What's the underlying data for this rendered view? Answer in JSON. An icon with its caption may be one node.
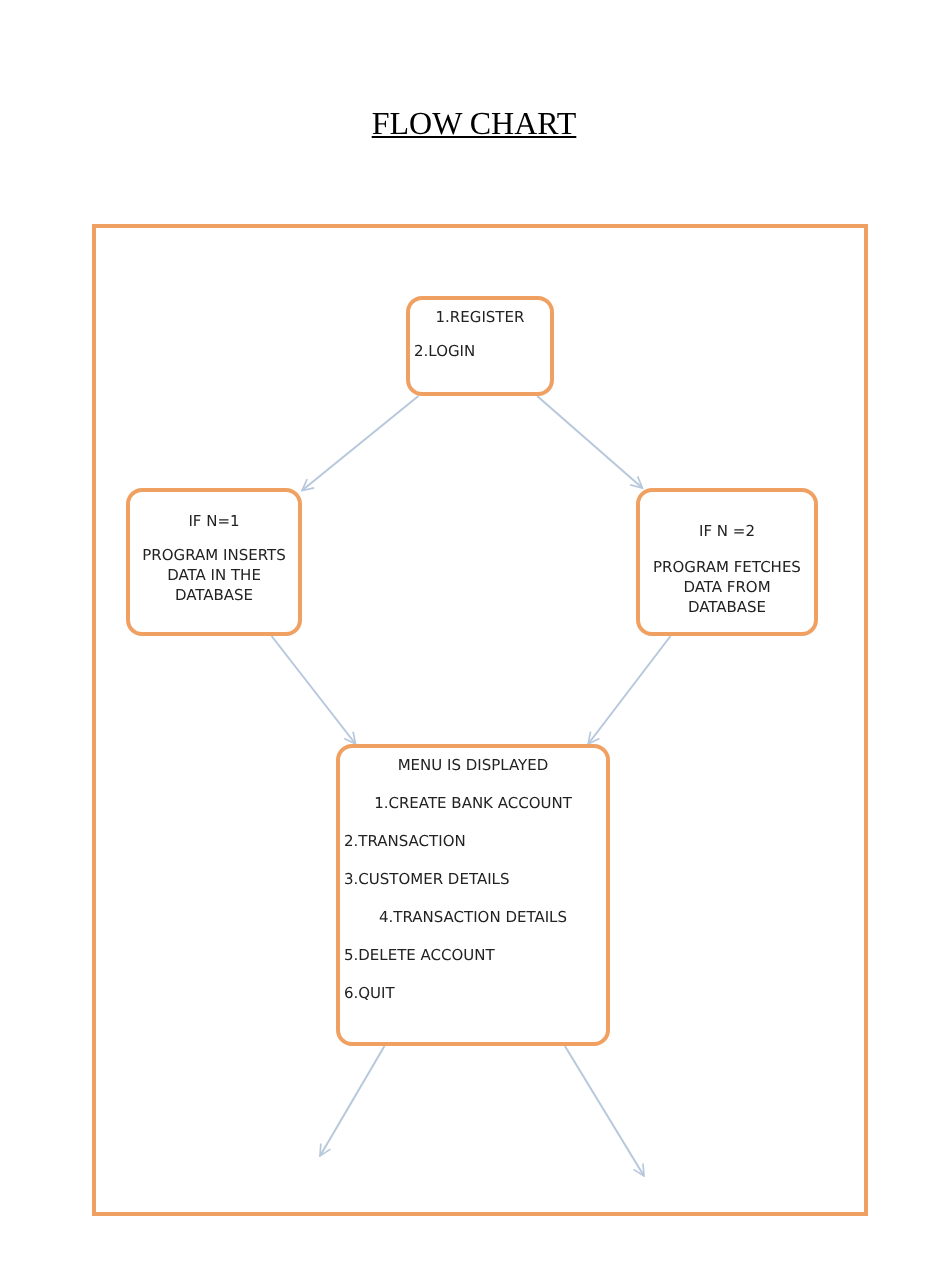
{
  "diagram": {
    "title": "FLOW CHART",
    "nodes": [
      {
        "text": [
          "1.REGISTER",
          "2.LOGIN"
        ]
      },
      {
        "text": [
          "IF N=1",
          "PROGRAM INSERTS DATA IN THE DATABASE"
        ]
      },
      {
        "text": [
          "IF N =2",
          "PROGRAM FETCHES DATA FROM DATABASE"
        ]
      },
      {
        "text": [
          "MENU IS DISPLAYED",
          "1.CREATE BANK ACCOUNT",
          "2.TRANSACTION",
          "3.CUSTOMER DETAILS",
          "4.TRANSACTION DETAILS",
          "5.DELETE ACCOUNT",
          "6.QUIT"
        ]
      }
    ],
    "edges": [
      {
        "from": 0,
        "to": 1,
        "arrow": "to"
      },
      {
        "from": 0,
        "to": 2,
        "arrow": "to"
      },
      {
        "from": 1,
        "to": 3,
        "arrow": "to"
      },
      {
        "from": 2,
        "to": 3,
        "arrow": "to"
      },
      {
        "from": 3,
        "to": null,
        "arrow": "to"
      },
      {
        "from": 3,
        "to": null,
        "arrow": "to"
      }
    ]
  }
}
